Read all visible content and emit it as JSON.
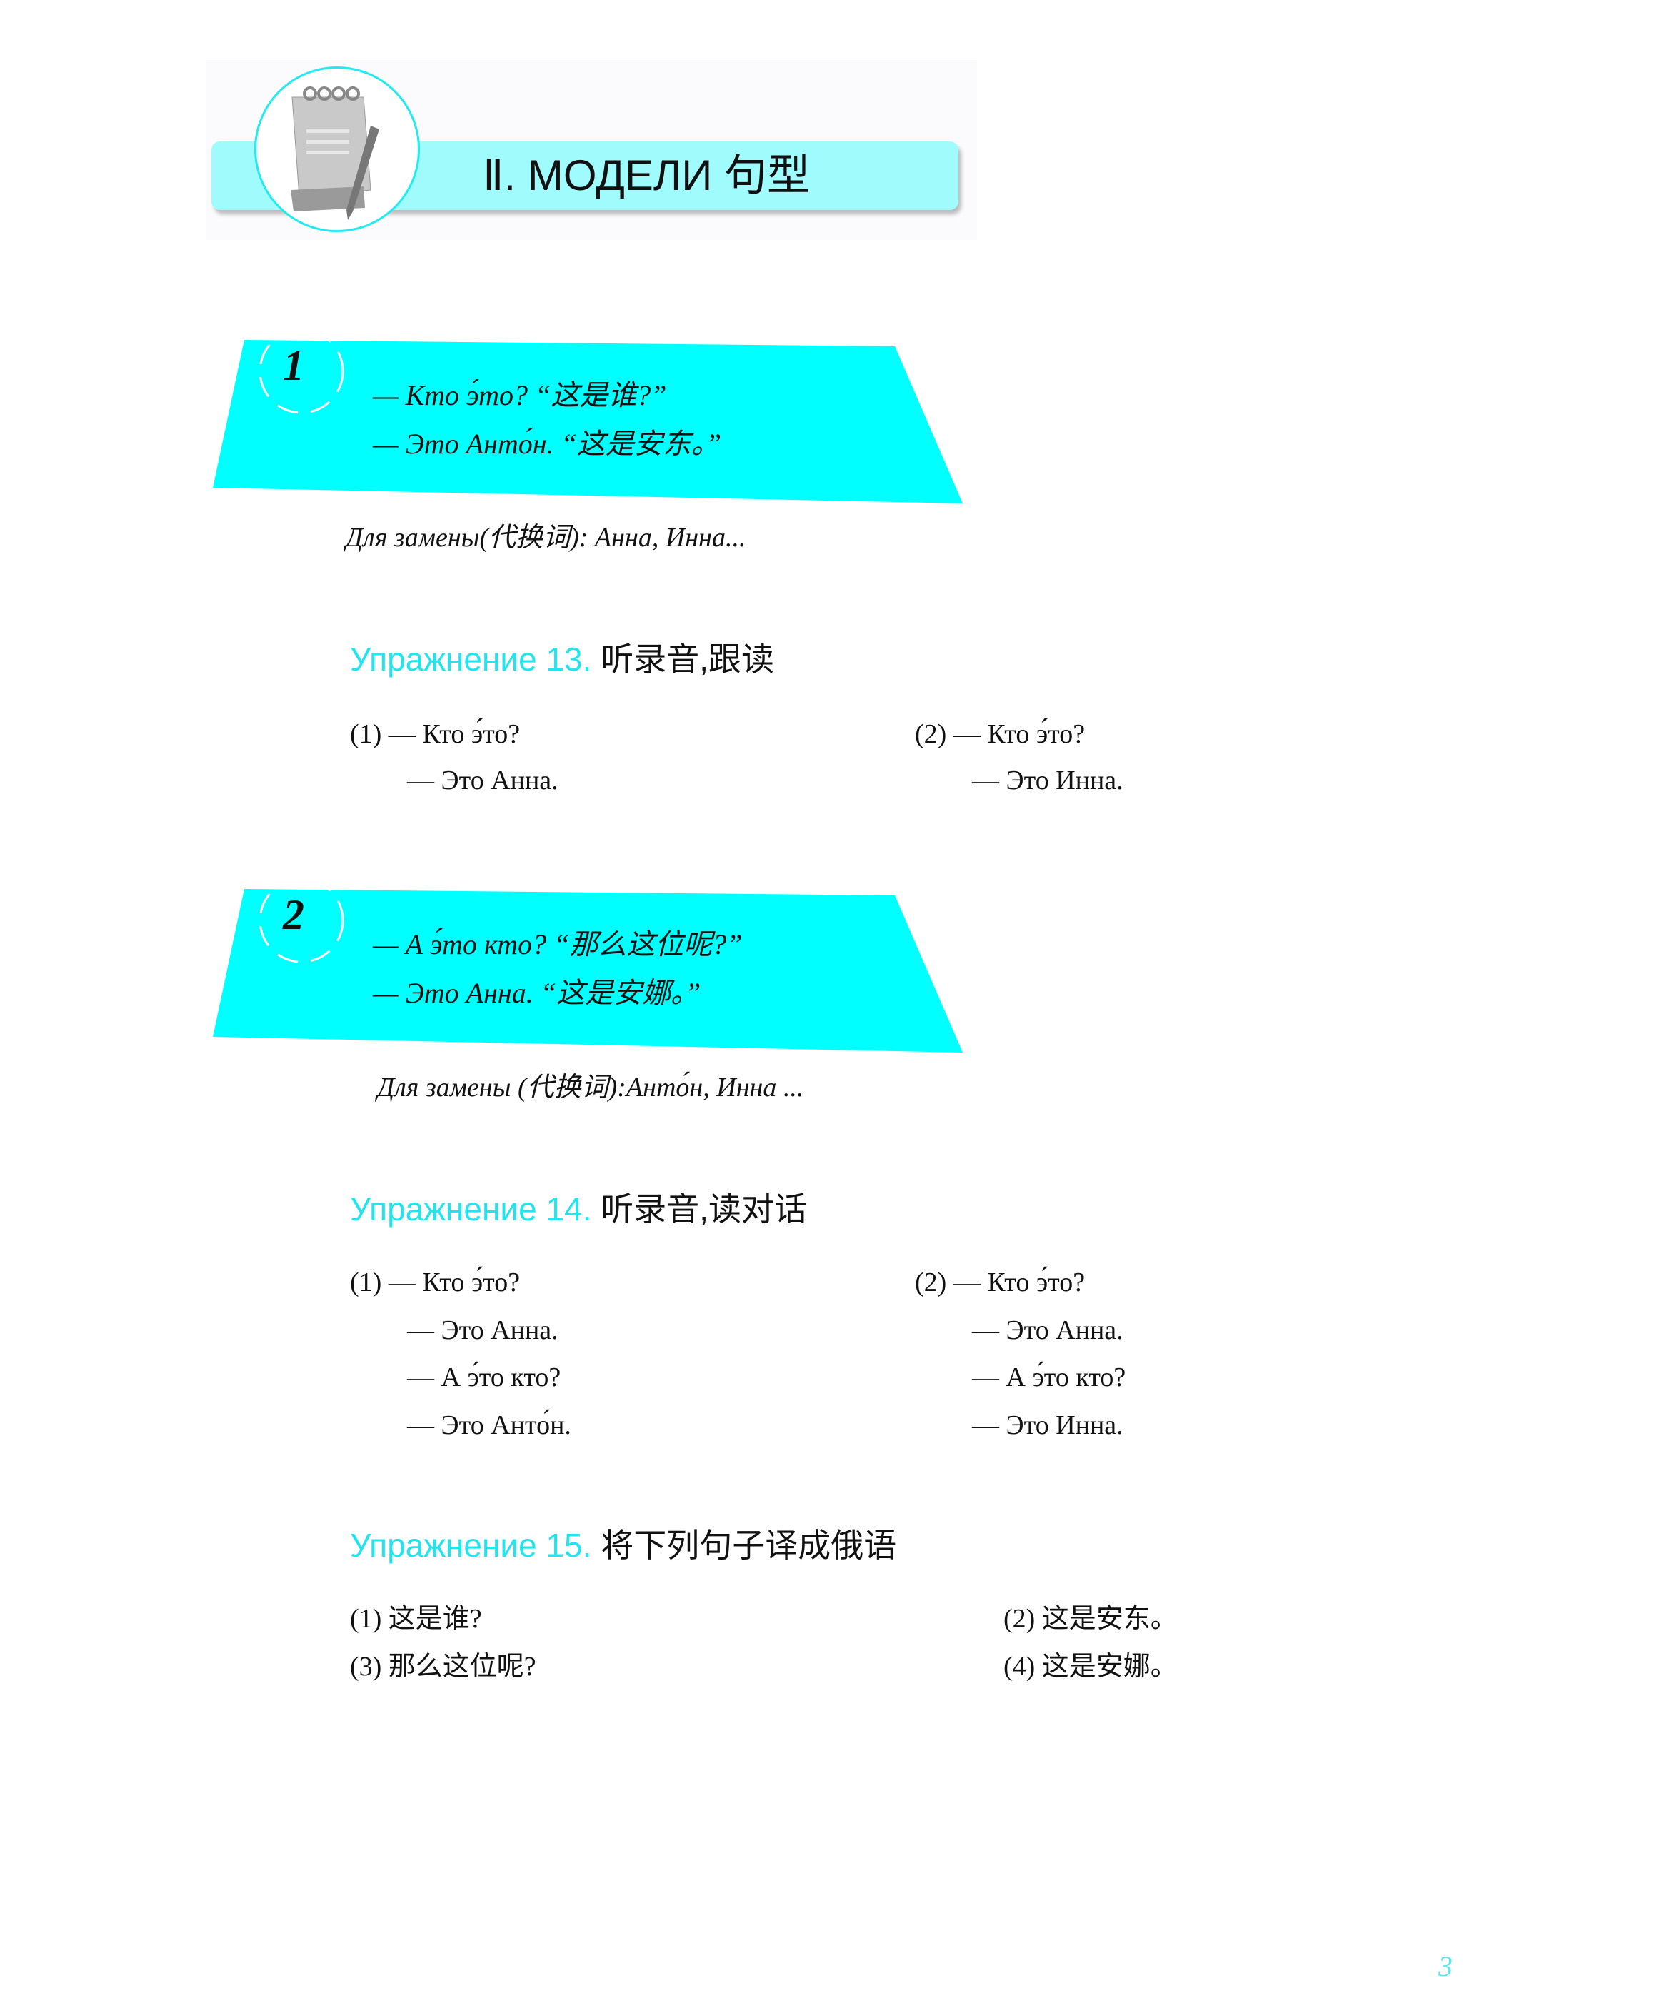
{
  "header": {
    "title": "Ⅱ. МОДЕЛИ  句型",
    "icon": "notepad-pencil-icon"
  },
  "accent_color": "#00ffff",
  "models": [
    {
      "number": "1",
      "lines": [
        "— Кто э́то? “这是谁?”",
        "— Это Анто́н. “这是安东。”"
      ],
      "substitution": "Для замены(代换词): Анна, Инна..."
    },
    {
      "number": "2",
      "lines": [
        "— А э́то кто? “那么这位呢?”",
        "— Это Анна. “这是安娜。”"
      ],
      "substitution": "Для замены (代换词):Анто́н, Инна ..."
    }
  ],
  "exercises": [
    {
      "label": "Упражнение 13.",
      "task": "听录音,跟读",
      "col1": [
        "(1) — Кто э́то?",
        "— Это Анна."
      ],
      "col2": [
        "(2) — Кто э́то?",
        "— Это Инна."
      ]
    },
    {
      "label": "Упражнение 14.",
      "task": "听录音,读对话",
      "col1": [
        "(1) — Кто э́то?",
        "— Это Анна.",
        "— А э́то кто?",
        "— Это Анто́н."
      ],
      "col2": [
        "(2) — Кто э́то?",
        "— Это Анна.",
        "— А э́то кто?",
        "— Это Инна."
      ]
    },
    {
      "label": "Упражнение 15.",
      "task": "将下列句子译成俄语",
      "col1": [
        "(1) 这是谁?",
        "(3) 那么这位呢?"
      ],
      "col2": [
        "(2) 这是安东。",
        "(4) 这是安娜。"
      ]
    }
  ],
  "page_number": "3"
}
